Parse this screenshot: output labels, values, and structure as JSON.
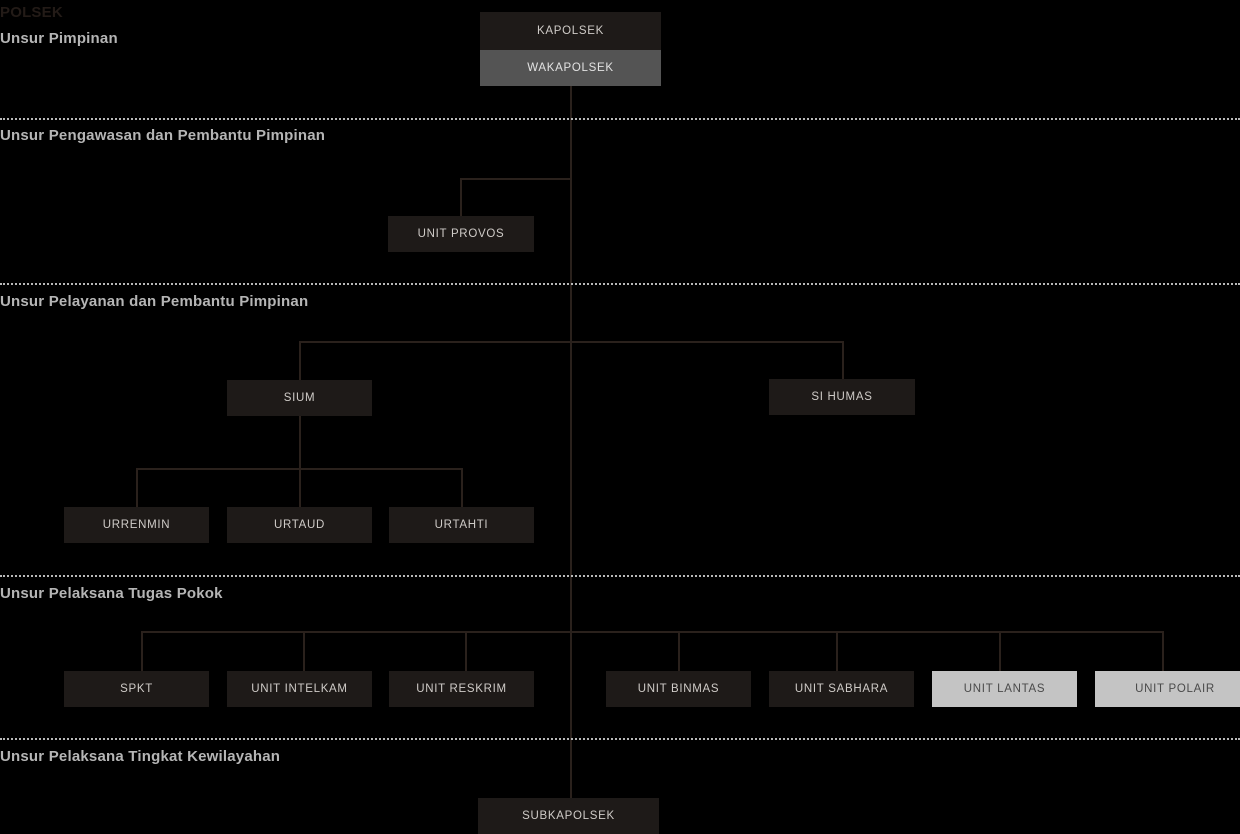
{
  "title": "POLSEK",
  "colors": {
    "background": "#000000",
    "box_dark": "#1e1a18",
    "box_mid": "#545454",
    "box_light": "#c4c4c4",
    "line": "#2a211c",
    "label_light": "#b5b5b5",
    "label_dark": "#231b17",
    "divider": "#b9b9b9"
  },
  "sections": [
    {
      "label": "Unsur Pimpinan"
    },
    {
      "label": "Unsur Pengawasan dan Pembantu Pimpinan"
    },
    {
      "label": "Unsur Pelayanan dan Pembantu Pimpinan"
    },
    {
      "label": "Unsur Pelaksana Tugas Pokok"
    },
    {
      "label": "Unsur Pelaksana Tingkat Kewilayahan"
    }
  ],
  "nodes": {
    "kapolsek": "KAPOLSEK",
    "wakapolsek": "WAKAPOLSEK",
    "unit_provos": "UNIT PROVOS",
    "sium": "SIUM",
    "si_humas": "SI HUMAS",
    "urrenmin": "URRENMIN",
    "urtaud": "URTAUD",
    "urtahti": "URTAHTI",
    "spkt": "SPKT",
    "unit_intelkam": "UNIT INTELKAM",
    "unit_reskrim": "UNIT RESKRIM",
    "unit_binmas": "UNIT BINMAS",
    "unit_sabhara": "UNIT SABHARA",
    "unit_lantas": "UNIT LANTAS",
    "unit_polair": "UNIT POLAIR",
    "subkapolsek": "SUBKAPOLSEK"
  }
}
